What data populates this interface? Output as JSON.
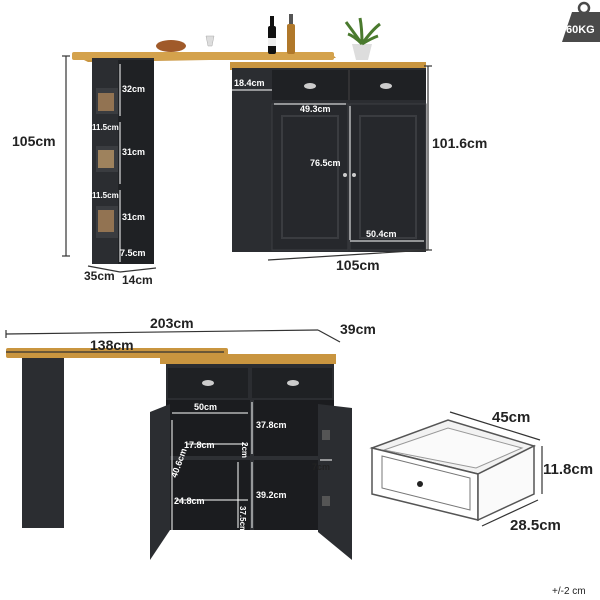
{
  "weight_badge": "60KG",
  "tolerance": "+/-2 cm",
  "top_view": {
    "height_total": "105cm",
    "depth_side": "35cm",
    "width_side": "14cm",
    "shelf_1": "32cm",
    "shelf_gap_1": "11.5cm",
    "shelf_2": "31cm",
    "shelf_gap_2": "11.5cm",
    "shelf_3": "31cm",
    "shelf_bottom": "7.5cm",
    "drawer_height": "18.4cm",
    "drawer_width": "49.3cm",
    "door_height": "76.5cm",
    "door_width": "50.4cm",
    "cabinet_height": "101.6cm",
    "cabinet_width": "105cm"
  },
  "bottom_view": {
    "total_width": "203cm",
    "top_width": "138cm",
    "top_depth": "39cm",
    "inner_width": "50cm",
    "inner_height_top": "37.8cm",
    "shelf_depth": "17.8cm",
    "shelf_thick": "2cm",
    "door_depth": "40.6cm",
    "door_shelf": "7cm",
    "lower_height": "24.8cm",
    "lower_height_2": "39.2cm",
    "bottom_gap": "37.5cm"
  },
  "drawer_view": {
    "width": "45cm",
    "height": "11.8cm",
    "depth": "28.5cm"
  }
}
